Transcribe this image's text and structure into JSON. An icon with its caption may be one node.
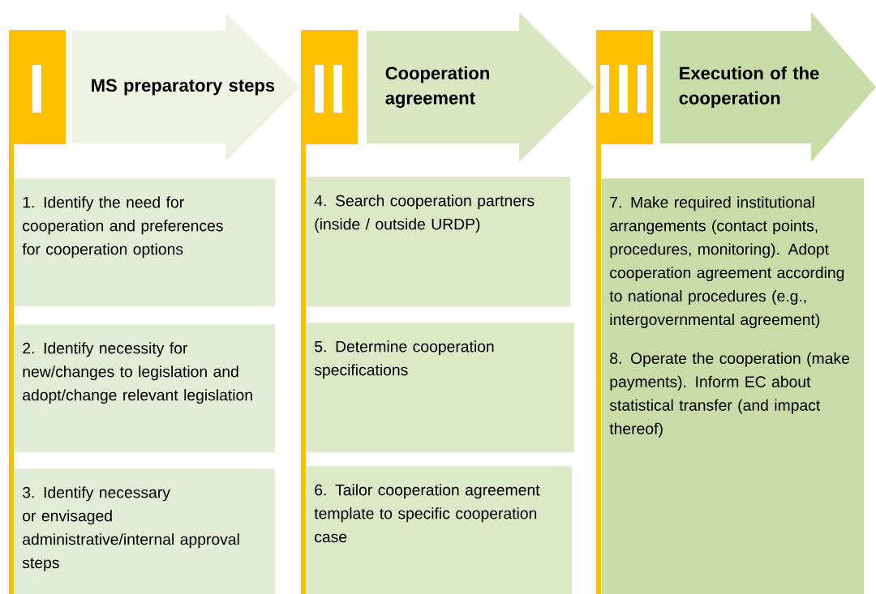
{
  "diagram": {
    "nodes": [
      {
        "text": [
          "MS preparatory steps"
        ]
      },
      {
        "text": [
          "Cooperation agreement"
        ]
      },
      {
        "text": [
          "Execution of the cooperation"
        ]
      },
      {
        "text": [
          "1. Identify the need for cooperation and preferences for cooperation options"
        ]
      },
      {
        "text": [
          "2. Identify necessity for new/changes to legislation and adopt/change relevant legislation"
        ]
      },
      {
        "text": [
          "3. Identify necessary or envisaged administrative/internal approval steps"
        ]
      },
      {
        "text": [
          "4. Search cooperation partners (inside / outside URDP)"
        ]
      },
      {
        "text": [
          "5. Determine cooperation specifications"
        ]
      },
      {
        "text": [
          "6. Tailor cooperation agreement template to specific cooperation case"
        ]
      },
      {
        "text": [
          "7. Make required institutional arrangements (contact points, procedures, monitoring). Adopt cooperation agreement according to national procedures (e.g., intergovernmental agreement)",
          "8. Operate the cooperation (make payments). Inform EC about statistical transfer (and impact thereof)"
        ]
      }
    ]
  }
}
